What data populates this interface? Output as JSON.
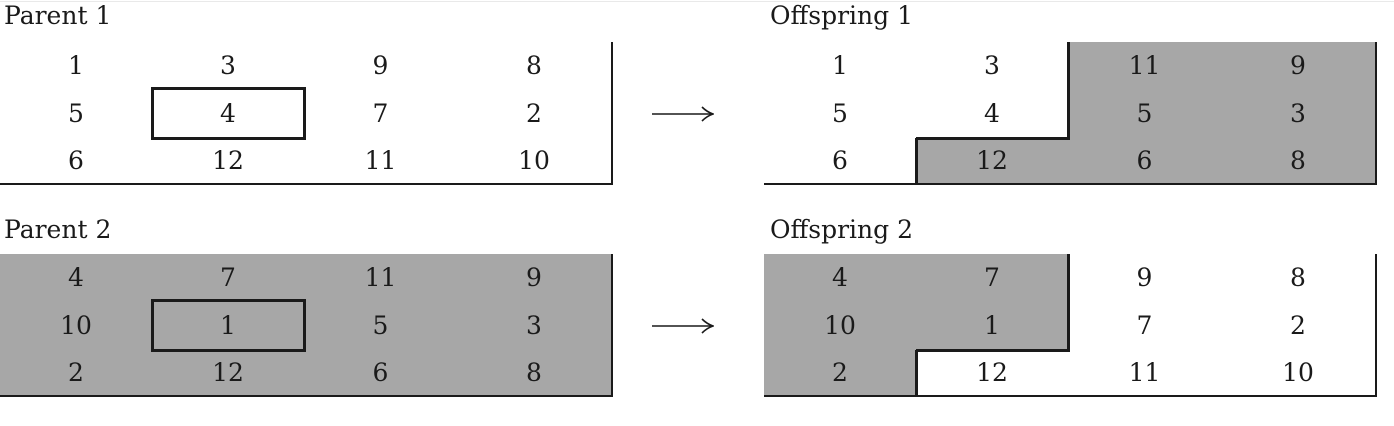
{
  "panels": [
    {
      "id": "parent1",
      "title": "Parent 1",
      "values": [
        [
          1,
          3,
          9,
          8
        ],
        [
          5,
          4,
          7,
          2
        ],
        [
          6,
          12,
          11,
          10
        ]
      ],
      "shaded": [
        [
          0,
          0,
          0,
          0
        ],
        [
          0,
          0,
          0,
          0
        ],
        [
          0,
          0,
          0,
          0
        ]
      ]
    },
    {
      "id": "parent2",
      "title": "Parent 2",
      "values": [
        [
          4,
          7,
          11,
          9
        ],
        [
          10,
          1,
          5,
          3
        ],
        [
          2,
          12,
          6,
          8
        ]
      ],
      "shaded": [
        [
          1,
          1,
          1,
          1
        ],
        [
          1,
          1,
          1,
          1
        ],
        [
          1,
          1,
          1,
          1
        ]
      ]
    },
    {
      "id": "offspring1",
      "title": "Offspring 1",
      "values": [
        [
          1,
          3,
          11,
          9
        ],
        [
          5,
          4,
          5,
          3
        ],
        [
          6,
          12,
          6,
          8
        ]
      ],
      "shaded": [
        [
          0,
          0,
          1,
          1
        ],
        [
          0,
          0,
          1,
          1
        ],
        [
          0,
          1,
          1,
          1
        ]
      ]
    },
    {
      "id": "offspring2",
      "title": "Offspring 2",
      "values": [
        [
          4,
          7,
          9,
          8
        ],
        [
          10,
          1,
          7,
          2
        ],
        [
          2,
          12,
          11,
          10
        ]
      ],
      "shaded": [
        [
          1,
          1,
          0,
          0
        ],
        [
          1,
          1,
          0,
          0
        ],
        [
          1,
          0,
          0,
          0
        ]
      ]
    }
  ],
  "highlight_cell": {
    "row": 1,
    "col": 1
  },
  "colors": {
    "shade": "#a7a7a7",
    "line": "#1a1a1a",
    "background": "#ffffff"
  },
  "arrow_icon": "long-right-arrow"
}
